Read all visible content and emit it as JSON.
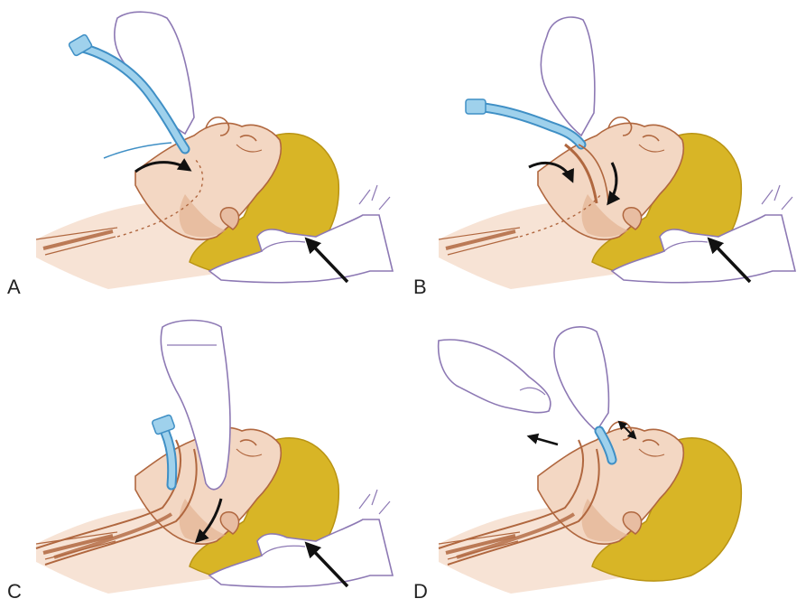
{
  "panels": [
    {
      "label": "A"
    },
    {
      "label": "B"
    },
    {
      "label": "C"
    },
    {
      "label": "D"
    }
  ],
  "colors": {
    "skin": "#f3d7c3",
    "skin_shade": "#e2b393",
    "outline": "#b0673f",
    "hair": "#d8b526",
    "hair_dark": "#b99414",
    "glove_outline": "#8d79b4",
    "glove_fill": "#ffffff",
    "tube_fill": "#9fd1ec",
    "tube_outline": "#3f8fc5",
    "arrow": "#111111",
    "label": "#222222"
  }
}
